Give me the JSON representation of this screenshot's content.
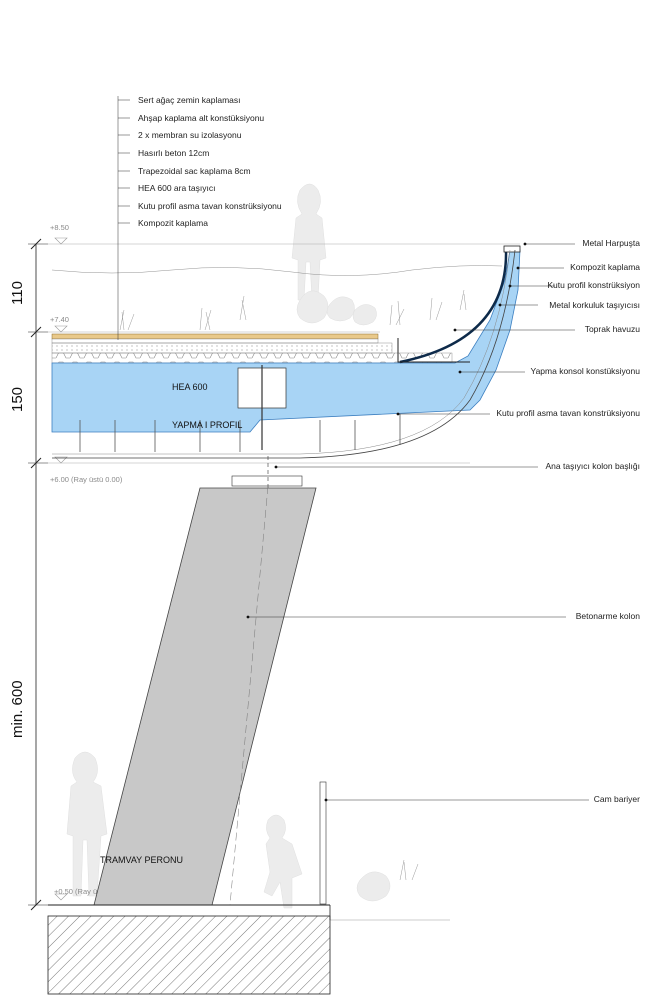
{
  "layer_labels": [
    "Sert ağaç zemin kaplaması",
    "Ahşap kaplama alt konstüksiyonu",
    "2 x membran su izolasyonu",
    "Hasırlı beton  12cm",
    "Trapezoidal sac kaplama  8cm",
    "HEA 600 ara taşıyıcı",
    "Kutu profil asma tavan konstrüksiyonu",
    "Kompozit kaplama"
  ],
  "right_labels": [
    "Metal Harpuşta",
    "Kompozit kaplama",
    "Kutu profil konstrüksiyon",
    "Metal korkuluk taşıyıcısı",
    "Toprak havuzu",
    "Yapma konsol konstüksiyonu",
    "Kutu profil asma tavan konstrüksiyonu",
    "Ana taşıyıcı kolon başlığı",
    "Betonarme kolon",
    "Cam bariyer"
  ],
  "levels": {
    "top": "+8.50",
    "mid": "+7.40",
    "bottom_beam": "+6.00  (Ray  üstü  0.00)",
    "platform": "+0.50  (Ray  üstü  0.00  kabul  edilecek)"
  },
  "dimensions": [
    "110",
    "150",
    "min.  600"
  ],
  "element_labels": {
    "beam": "HEA 600",
    "profile": "YAPMA  I  PROFIL",
    "platform": "TRAMVAY PERONU"
  },
  "colors": {
    "cantilever_fill": "#a8d4f5",
    "cantilever_edge": "#3c7fc0",
    "column_fill": "#c8c8c8",
    "wood": "#e9c98a"
  }
}
